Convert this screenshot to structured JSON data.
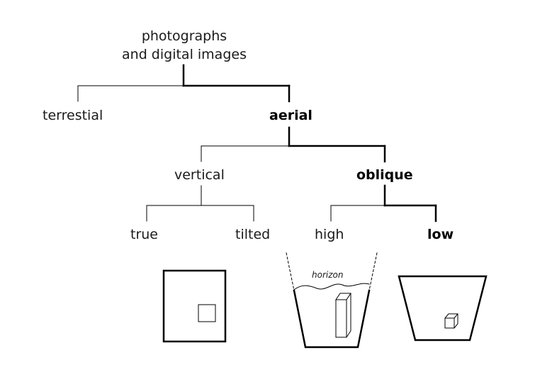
{
  "tree": {
    "root": {
      "line1": "photographs",
      "line2": "and digital images"
    },
    "level1": {
      "left": "terrestial",
      "right": "aerial"
    },
    "level2": {
      "left": "vertical",
      "right": "oblique"
    },
    "level3": {
      "true": "true",
      "tilted": "tilted",
      "high": "high",
      "low": "low"
    }
  },
  "illustrations": {
    "horizon_label": "horizon"
  }
}
